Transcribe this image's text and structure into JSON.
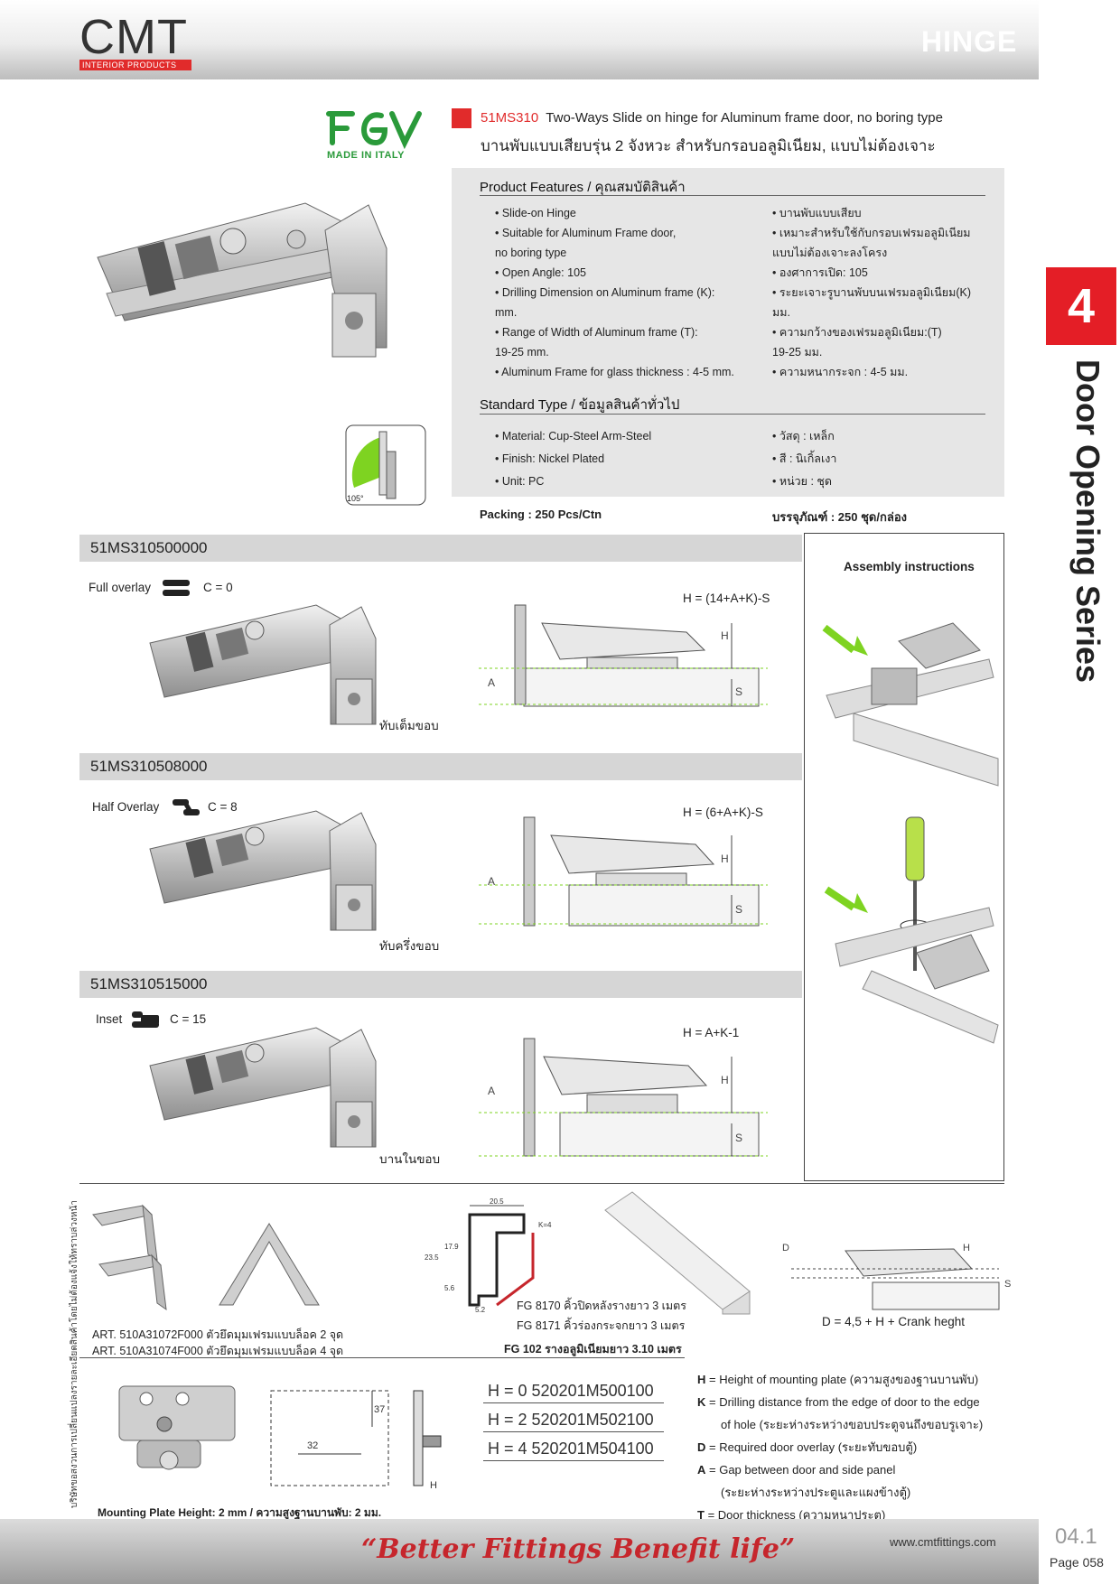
{
  "header": {
    "brand": "CMT",
    "brand_sub": "INTERIOR PRODUCTS",
    "section": "HINGE"
  },
  "chapter": {
    "number": "4",
    "title": "Door Opening Series"
  },
  "fgv": {
    "made_in": "MADE IN ITALY"
  },
  "product": {
    "code": "51MS310",
    "title_en": "Two-Ways Slide on hinge for Aluminum frame door, no boring type",
    "title_th": "บานพับแบบเสียบรุ่น 2 จังหวะ สำหรับกรอบอลูมิเนียม, แบบไม่ต้องเจาะ"
  },
  "features": {
    "title": "Product Features / คุณสมบัติสินค้า",
    "en": [
      "• Slide-on Hinge",
      "• Suitable for Aluminum Frame door,",
      "   no boring type",
      "• Open Angle:   105",
      "• Drilling Dimension on Aluminum frame (K):",
      "         mm.",
      "• Range of Width of Aluminum frame (T):",
      "   19-25 mm.",
      "• Aluminum Frame for glass thickness : 4-5 mm."
    ],
    "th": [
      "• บานพับแบบเสียบ",
      "• เหมาะสำหรับใช้กับกรอบเฟรมอลูมิเนียม",
      "  แบบไม่ต้องเจาะลงโครง",
      "• องศาการเปิด:  105",
      "• ระยะเจาะรูบานพับบนเฟรมอลูมิเนียม(K)",
      "         มม.",
      "• ความกว้างของเฟรมอลูมิเนียม:(T)",
      "   19-25 มม.",
      "• ความหนากระจก : 4-5 มม."
    ]
  },
  "standard": {
    "title": "Standard Type / ข้อมูลสินค้าทั่วไป",
    "en": [
      "• Material: Cup-Steel Arm-Steel",
      "• Finish:  Nickel Plated",
      "• Unit:  PC"
    ],
    "th": [
      "• วัสดุ : เหล็ก",
      "• สี : นิเกิ้ลเงา",
      "• หน่วย : ชุด"
    ]
  },
  "angle_label": "105°",
  "packing": {
    "en": "Packing : 250 Pcs/Ctn",
    "th": "บรรจุภัณฑ์ : 250 ชุด/กล่อง"
  },
  "assembly_title": "Assembly instructions",
  "variants": [
    {
      "code": "51MS310500000",
      "overlay": "Full overlay",
      "c": "C = 0",
      "formula": "H = (14+A+K)-S",
      "th": "ทับเต็มขอบ"
    },
    {
      "code": "51MS310508000",
      "overlay": "Half Overlay",
      "c": "C = 8",
      "formula": "H = (6+A+K)-S",
      "th": "ทับครึ่งขอบ"
    },
    {
      "code": "51MS310515000",
      "overlay": "Inset",
      "c": "C = 15",
      "formula": "H = A+K-1",
      "th": "บานในขอบ"
    }
  ],
  "diag_labels": {
    "a": "A",
    "h": "H",
    "s": "S",
    "d": "D"
  },
  "accessories": {
    "art1": "ART. 510A31072F000 ตัวยึดมุมเฟรมแบบล็อค 2 จุด",
    "art2": "ART. 510A31074F000 ตัวยึดมุมเฟรมแบบล็อค 4 จุด",
    "fg8170": "FG 8170 คิ้วปิดหลังรางยาว 3 เมตร",
    "fg8171": "FG 8171 คิ้วร่องกระจกยาว 3 เมตร",
    "fg102": "FG 102 รางอลูมิเนียมยาว 3.10 เมตร",
    "d_formula": "D = 4,5 + H + Crank heght",
    "profile_dims": {
      "w": "20.5",
      "k": "K=4",
      "h1": "17.9",
      "h2": "23.5",
      "h3": "5.6",
      "b": "5.2"
    }
  },
  "mounting": {
    "dims": {
      "d37": "37",
      "d32": "32",
      "h": "H"
    },
    "codes": [
      "H = 0  520201M500100",
      "H = 2  520201M502100",
      "H = 4  520201M504100"
    ],
    "caption": "Mounting Plate Height: 2 mm  / ความสูงฐานบานพับ: 2 มม."
  },
  "definitions": [
    {
      "k": "H",
      "v": " = Height of mounting plate (ความสูงของฐานบานพับ)"
    },
    {
      "k": "K",
      "v": " = Drilling distance from the edge of door to the edge"
    },
    {
      "k": "",
      "v": "of hole (ระยะห่างระหว่างขอบประตูจนถึงขอบรูเจาะ)"
    },
    {
      "k": "D",
      "v": " = Required door overlay (ระยะทับขอบตู้)"
    },
    {
      "k": "A",
      "v": " = Gap between door and side panel"
    },
    {
      "k": "",
      "v": "(ระยะห่างระหว่างประตูและแผงข้างตู้)"
    },
    {
      "k": "T",
      "v": " = Door thickness (ความหนาประตู)"
    }
  ],
  "disclaimer": "บริษัทขอสงวนการเปลี่ยนแปลงรายละเอียดสินค้าโดยไม่ต้องแจ้งให้ทราบล่วงหน้า",
  "footer": {
    "slogan": "“Better Fittings Benefit life”",
    "website": "www.cmtfittings.com",
    "page_code": "04.1",
    "page": "Page 058"
  },
  "colors": {
    "red": "#e12b2b",
    "green": "#2a9a3a",
    "accent_green": "#7ed321"
  }
}
